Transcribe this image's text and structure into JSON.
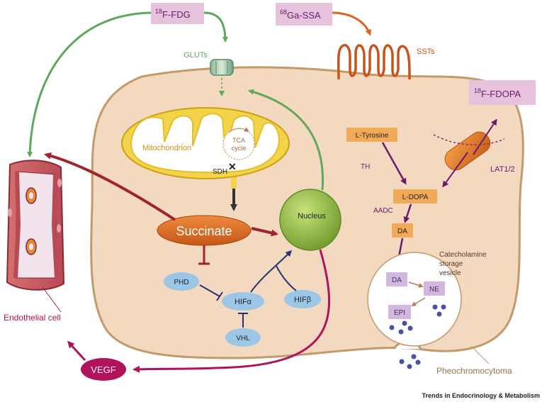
{
  "tracers": {
    "fdg": {
      "sup": "18",
      "text": "F-FDG"
    },
    "ga": {
      "sup": "68",
      "text": "Ga-SSA"
    },
    "fdopa": {
      "sup": "18",
      "text": "F-FDOPA"
    }
  },
  "labels": {
    "gluts": "GLUTs",
    "ssts": "SSTs",
    "mitochondrion": "Mitochondrion",
    "tca_line1": "TCA",
    "tca_line2": "cycle",
    "sdh": "SDH",
    "succinate": "Succinate",
    "nucleus": "Nucleus",
    "phd": "PHD",
    "hif_alpha": "HIFα",
    "hif_beta": "HIFβ",
    "vhl": "VHL",
    "l_tyrosine": "L-Tyrosine",
    "th": "TH",
    "lat": "LAT1/2",
    "l_dopa": "L-DOPA",
    "aadc": "AADC",
    "da_cyto": "DA",
    "da_vesicle": "DA",
    "ne": "NE",
    "epi": "EPI",
    "vesicle_line1": "Catecholamine",
    "vesicle_line2": "storage",
    "vesicle_line3": "vesicle",
    "endothelial": "Endothelial cell",
    "vegf": "VEGF",
    "pheo": "Pheochromocytoma",
    "credit": "Trends in Endocrinology & Metabolism"
  },
  "colors": {
    "green": "#5fa85a",
    "dark_red": "#a0232e",
    "magenta": "#b0135c",
    "purple": "#6a1b6e",
    "navy": "#2a3170",
    "orange": "#d9651e",
    "tracer_bg": "#e6c2dc",
    "enzyme_blue": "#9cc6e6",
    "cell_fill": "#f2d9bf",
    "cell_border": "#c39a6b",
    "box_orange": "#f0aa58",
    "vesicle_box": "#d2b7e0"
  }
}
